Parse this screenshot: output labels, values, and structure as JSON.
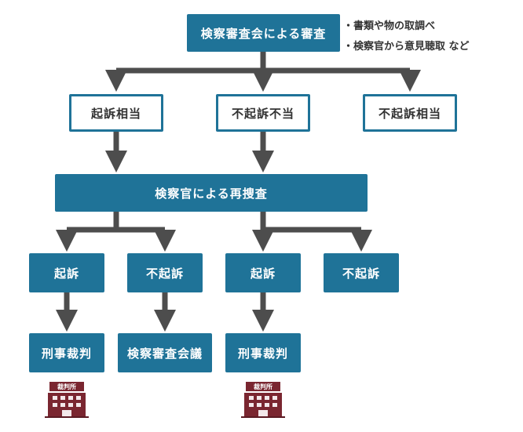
{
  "top": {
    "title": "検察審査会による審査",
    "notes": [
      "・書類や物の取調べ",
      "・検察官から意見聴取 など"
    ]
  },
  "outcomes": [
    "起訴相当",
    "不起訴不当",
    "不起訴相当"
  ],
  "reinvestigation": "検察官による再捜査",
  "decisions": [
    "起訴",
    "不起訴",
    "起訴",
    "不起訴"
  ],
  "results": [
    "刑事裁判",
    "検察審査会議",
    "刑事裁判"
  ],
  "court_icon": {
    "label": "裁判所",
    "icon": "courthouse-icon",
    "color": "#7a2630"
  },
  "colors": {
    "primary": "#1f7398",
    "arrow": "#4d4d4d"
  }
}
